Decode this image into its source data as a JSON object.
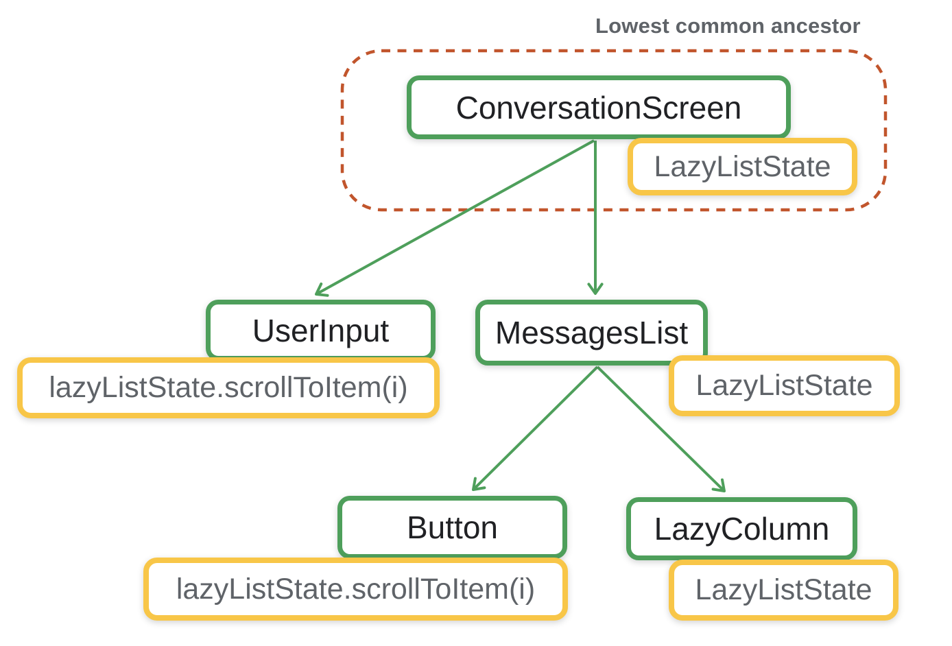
{
  "annotation": {
    "label": "Lowest common ancestor"
  },
  "nodes": {
    "conversationScreen": {
      "label": "ConversationScreen",
      "kind": "composable"
    },
    "userInput": {
      "label": "UserInput",
      "kind": "composable"
    },
    "messagesList": {
      "label": "MessagesList",
      "kind": "composable"
    },
    "button": {
      "label": "Button",
      "kind": "composable"
    },
    "lazyColumn": {
      "label": "LazyColumn",
      "kind": "composable"
    }
  },
  "states": {
    "conversationScreenState": {
      "label": "LazyListState",
      "attachedTo": "conversationScreen"
    },
    "userInputCall": {
      "label": "lazyListState.scrollToItem(i)",
      "attachedTo": "userInput"
    },
    "messagesListState": {
      "label": "LazyListState",
      "attachedTo": "messagesList"
    },
    "buttonCall": {
      "label": "lazyListState.scrollToItem(i)",
      "attachedTo": "button"
    },
    "lazyColumnState": {
      "label": "LazyListState",
      "attachedTo": "lazyColumn"
    }
  },
  "edges": [
    {
      "from": "conversationScreen",
      "to": "userInput"
    },
    {
      "from": "conversationScreen",
      "to": "messagesList"
    },
    {
      "from": "messagesList",
      "to": "button"
    },
    {
      "from": "messagesList",
      "to": "lazyColumn"
    }
  ],
  "lowestCommonAncestor": {
    "members": [
      "conversationScreen",
      "conversationScreenState"
    ]
  },
  "colors": {
    "composable_border": "#4e9f5b",
    "state_border": "#f8c648",
    "ancestor_outline": "#c1552c",
    "arrow": "#4e9f5b",
    "node_text": "#202124",
    "state_text": "#5f6368",
    "annotation_text": "#5f6368",
    "background": "#ffffff"
  }
}
